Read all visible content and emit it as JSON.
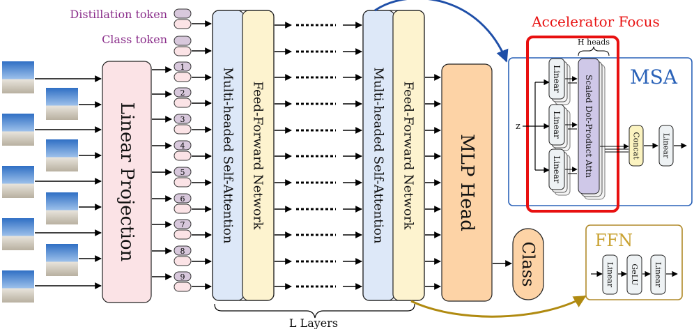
{
  "tokens": {
    "distillation_label": "Distillation token",
    "class_label": "Class token",
    "patch_numbers": [
      "1",
      "2",
      "3",
      "4",
      "5",
      "6",
      "7",
      "8",
      "9"
    ]
  },
  "blocks": {
    "linear_projection": "Linear Projection",
    "msa": "Multi-headed Self-Attention",
    "ffn": "Feed-Forward Network",
    "mlp_head": "MLP Head",
    "class_output": "Class",
    "layers_label": "L Layers"
  },
  "accelerator": {
    "title": "Accelerator Focus",
    "heads_label": "H heads"
  },
  "msa_detail": {
    "title": "MSA",
    "input_label": "z",
    "linear": "Linear",
    "attn": "Scaled Dot-Product Attn",
    "concat": "Concat"
  },
  "ffn_detail": {
    "title": "FFN",
    "linear": "Linear",
    "gelu": "GeLU"
  },
  "colors": {
    "linear_projection_fill": "#fbe3e6",
    "msa_fill": "#dde8f8",
    "ffn_fill": "#fdf3cf",
    "mlp_fill": "#fdd3a6",
    "token_fill": "#d8c8dc",
    "token_label": "#8b2f8b",
    "accelerator_red": "#e81010",
    "msa_border": "#2a62b8",
    "ffn_border": "#b08a2a",
    "attn_fill": "#cfc8e8",
    "concat_fill": "#fbf3c0"
  }
}
